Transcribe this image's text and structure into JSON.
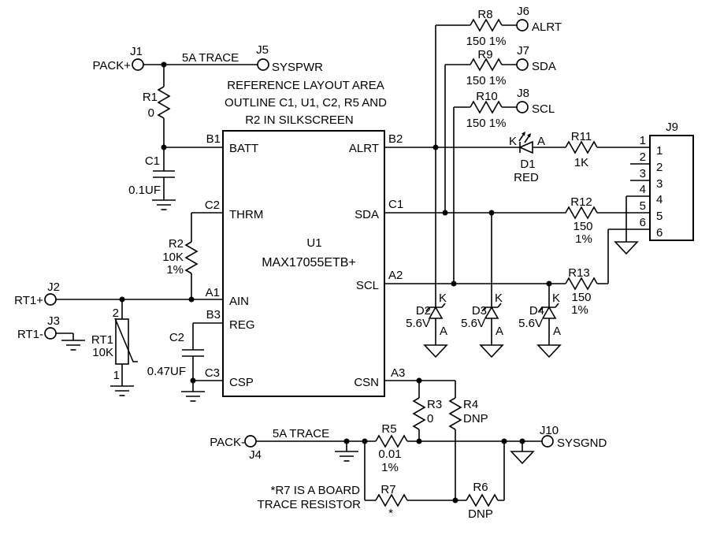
{
  "notes": {
    "layout1": "REFERENCE LAYOUT AREA",
    "layout2": "OUTLINE C1, U1, C2, R5 AND",
    "layout3": "R2 IN SILKSCREEN",
    "r7_1": "*R7 IS A BOARD",
    "r7_2": "TRACE RESISTOR"
  },
  "traces": {
    "top": "5A TRACE",
    "bottom": "5A TRACE"
  },
  "ic": {
    "ref": "U1",
    "part": "MAX17055ETB+",
    "pins": {
      "batt": {
        "num": "B1",
        "name": "BATT"
      },
      "thrm": {
        "num": "C2",
        "name": "THRM"
      },
      "ain": {
        "num": "A1",
        "name": "AIN"
      },
      "reg": {
        "num": "B3",
        "name": "REG"
      },
      "csp": {
        "num": "C3",
        "name": "CSP"
      },
      "alrt": {
        "num": "B2",
        "name": "ALRT"
      },
      "sda": {
        "num": "C1",
        "name": "SDA"
      },
      "scl": {
        "num": "A2",
        "name": "SCL"
      },
      "csn": {
        "num": "A3",
        "name": "CSN"
      }
    }
  },
  "connectors": {
    "j1": {
      "ref": "J1",
      "name": "PACK+"
    },
    "j2": {
      "ref": "J2",
      "name": "RT1+"
    },
    "j3": {
      "ref": "J3",
      "name": "RT1-"
    },
    "j4": {
      "ref": "J4",
      "name": "PACK-"
    },
    "j5": {
      "ref": "J5",
      "name": "SYSPWR"
    },
    "j6": {
      "ref": "J6",
      "name": "ALRT"
    },
    "j7": {
      "ref": "J7",
      "name": "SDA"
    },
    "j8": {
      "ref": "J8",
      "name": "SCL"
    },
    "j10": {
      "ref": "J10",
      "name": "SYSGND"
    },
    "j9": {
      "ref": "J9",
      "pins": [
        "1",
        "2",
        "3",
        "4",
        "5",
        "6"
      ]
    }
  },
  "parts": {
    "r1": {
      "ref": "R1",
      "value": "0"
    },
    "r2": {
      "ref": "R2",
      "value": "10K",
      "tol": "1%"
    },
    "r3": {
      "ref": "R3",
      "value": "0"
    },
    "r4": {
      "ref": "R4",
      "value": "DNP"
    },
    "r5": {
      "ref": "R5",
      "value": "0.01",
      "tol": "1%"
    },
    "r6": {
      "ref": "R6",
      "value": "DNP"
    },
    "r7": {
      "ref": "R7",
      "value": "*"
    },
    "r8": {
      "ref": "R8",
      "value": "150 1%"
    },
    "r9": {
      "ref": "R9",
      "value": "150 1%"
    },
    "r10": {
      "ref": "R10",
      "value": "150 1%"
    },
    "r11": {
      "ref": "R11",
      "value": "1K"
    },
    "r12": {
      "ref": "R12",
      "value": "150",
      "tol": "1%"
    },
    "r13": {
      "ref": "R13",
      "value": "150",
      "tol": "1%"
    },
    "c1": {
      "ref": "C1",
      "value": "0.1UF"
    },
    "c2": {
      "ref": "C2",
      "value": "0.47UF"
    },
    "rt1": {
      "ref": "RT1",
      "value": "10K",
      "pin2": "2",
      "pin1": "1"
    },
    "d1": {
      "ref": "D1",
      "value": "RED",
      "k": "K",
      "a": "A"
    },
    "d2": {
      "ref": "D2",
      "value": "5.6V",
      "k": "K",
      "a": "A"
    },
    "d3": {
      "ref": "D3",
      "value": "5.6V",
      "k": "K",
      "a": "A"
    },
    "d4": {
      "ref": "D4",
      "value": "5.6V",
      "k": "K",
      "a": "A"
    }
  }
}
